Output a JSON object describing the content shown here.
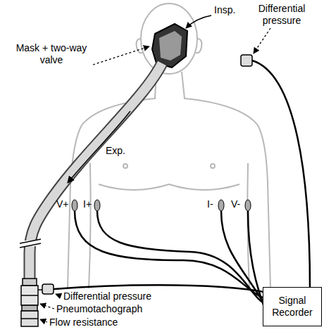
{
  "diagram": {
    "nodes": [
      {
        "text": [
          "Signal Recorder"
        ]
      }
    ],
    "labels": [
      "Insp.",
      "Differential pressure",
      "Mask + two-way valve",
      "Exp.",
      "V+",
      "I+",
      "I-",
      "V-",
      "Differential pressure",
      "Pneumotachograph",
      "Flow resistance"
    ]
  }
}
